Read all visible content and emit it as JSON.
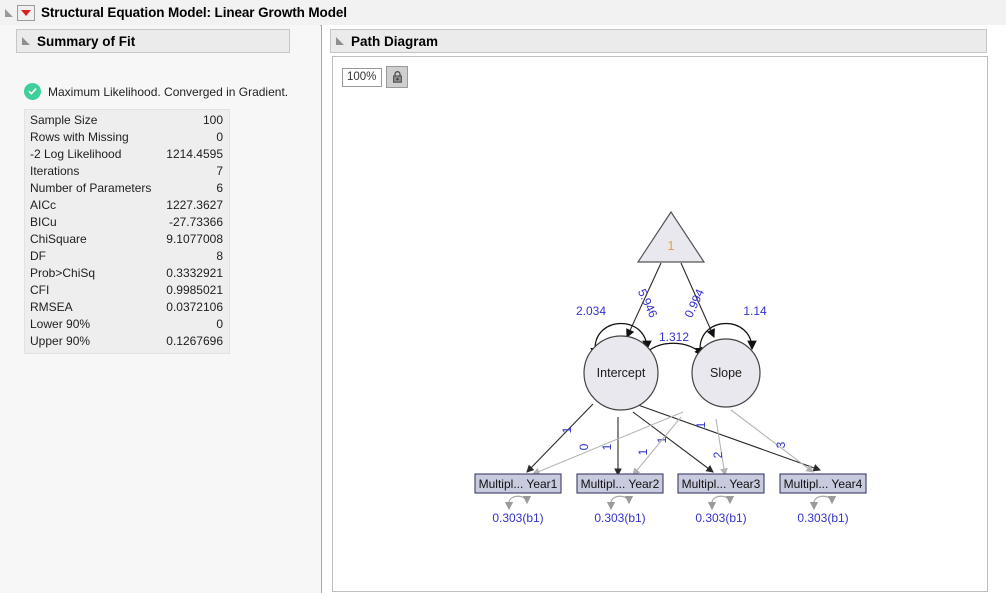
{
  "window": {
    "title": "Structural Equation Model: Linear Growth Model",
    "menu_icon": "red-triangle-menu-icon",
    "disclosure_icon": "disclosure-triangle-icon"
  },
  "summary": {
    "header": "Summary of Fit",
    "status_icon": "green-check-icon",
    "status_text": "Maximum Likelihood. Converged in Gradient.",
    "rows": [
      {
        "label": "Sample Size",
        "value": "100"
      },
      {
        "label": "Rows with Missing",
        "value": "0"
      },
      {
        "label": "-2 Log Likelihood",
        "value": "1214.4595"
      },
      {
        "label": "Iterations",
        "value": "7"
      },
      {
        "label": "Number of Parameters",
        "value": "6"
      },
      {
        "label": "AICc",
        "value": "1227.3627"
      },
      {
        "label": "BICu",
        "value": "-27.73366"
      },
      {
        "label": "ChiSquare",
        "value": "9.1077008"
      },
      {
        "label": "DF",
        "value": "8"
      },
      {
        "label": "Prob>ChiSq",
        "value": "0.3332921"
      },
      {
        "label": "CFI",
        "value": "0.9985021"
      },
      {
        "label": "RMSEA",
        "value": "0.0372106"
      },
      {
        "label": "Lower 90%",
        "value": "0"
      },
      {
        "label": "Upper 90%",
        "value": "0.1267696"
      }
    ]
  },
  "path_diagram": {
    "header": "Path Diagram",
    "zoom_level": "100%",
    "lock_icon": "lock-icon",
    "constant_node": {
      "shape": "triangle",
      "label": "1"
    },
    "latent_nodes": [
      {
        "name": "Intercept",
        "variance": "2.034",
        "mean": "5.946"
      },
      {
        "name": "Slope",
        "variance": "1.14",
        "mean": "0.994"
      }
    ],
    "covariance": "1.312",
    "observed_nodes": [
      {
        "label": "Multipl... Year1",
        "residual": "0.303(b1)",
        "intercept_loading": "1",
        "slope_loading": "0"
      },
      {
        "label": "Multipl... Year2",
        "residual": "0.303(b1)",
        "intercept_loading": "1",
        "slope_loading": "1"
      },
      {
        "label": "Multipl... Year3",
        "residual": "0.303(b1)",
        "intercept_loading": "1",
        "slope_loading": "2"
      },
      {
        "label": "Multipl... Year4",
        "residual": "0.303(b1)",
        "intercept_loading": "1",
        "slope_loading": "3"
      }
    ],
    "colors": {
      "path_label": "#3333cc",
      "constant_label": "#e8a33d",
      "node_fill": "#e8e8ee",
      "intercept_path": "#2a2a2a",
      "slope_path": "#b5b5b5"
    }
  }
}
